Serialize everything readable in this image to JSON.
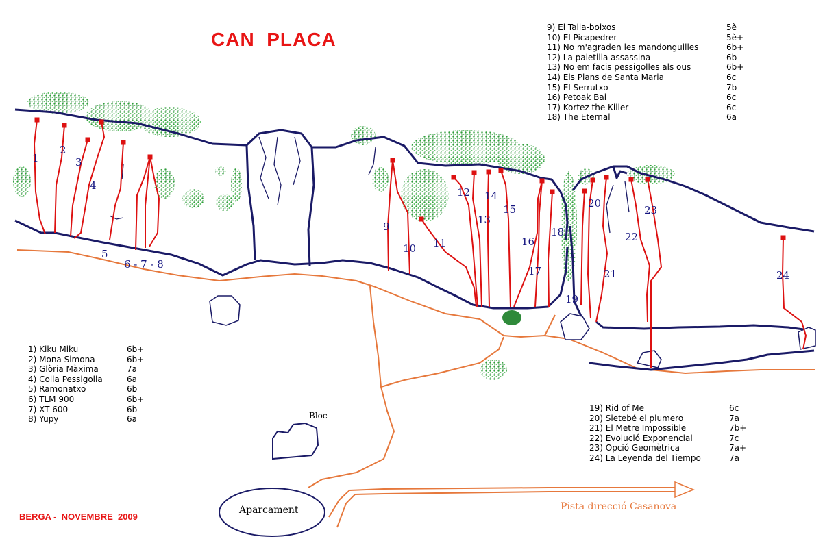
{
  "title": "CAN  PLACA",
  "footer": "BERGA -  NOVEMBRE  2009",
  "labels": {
    "bloc": "Bloc",
    "parking": "Aparcament",
    "track": "Pista direcció Casanova"
  },
  "route_numbers": [
    "1",
    "2",
    "3",
    "4",
    "5",
    "6 - 7 - 8",
    "9",
    "10",
    "11",
    "12",
    "13",
    "14",
    "15",
    "16",
    "17",
    "18",
    "19",
    "20",
    "21",
    "22",
    "23",
    "24"
  ],
  "legend_left": [
    {
      "name": "1) Kiku Miku",
      "grade": "6b+"
    },
    {
      "name": "2) Mona Simona",
      "grade": "6b+"
    },
    {
      "name": "3) Glòria Màxima",
      "grade": "7a"
    },
    {
      "name": "4) Colla Pessigolla",
      "grade": "6a"
    },
    {
      "name": "5) Ramonatxo",
      "grade": "6b"
    },
    {
      "name": "6) TLM  900",
      "grade": "6b+"
    },
    {
      "name": "7) XT  600",
      "grade": "6b"
    },
    {
      "name": "8) Yupy",
      "grade": "6a"
    }
  ],
  "legend_top": [
    {
      "name": "9) El Talla-boixos",
      "grade": "5è"
    },
    {
      "name": "10) El Picapedrer",
      "grade": "5è+"
    },
    {
      "name": "11) No m'agraden les mandonguilles",
      "grade": "6b+"
    },
    {
      "name": "12) La paletilla assassina",
      "grade": "6b"
    },
    {
      "name": "13) No em facis pessigolles als ous",
      "grade": "6b+"
    },
    {
      "name": "14) Els Plans de Santa Maria",
      "grade": "6c"
    },
    {
      "name": "15) El Serrutxo",
      "grade": "7b"
    },
    {
      "name": "16) Petoak  Bai",
      "grade": "6c"
    },
    {
      "name": "17) Kortez the Killer",
      "grade": "6c"
    },
    {
      "name": "18) The Eternal",
      "grade": "6a"
    }
  ],
  "legend_right": [
    {
      "name": "19) Rid of Me",
      "grade": "6c"
    },
    {
      "name": "20) Sietebé el plumero",
      "grade": "7a"
    },
    {
      "name": "21) El Metre Impossible",
      "grade": "7b+"
    },
    {
      "name": "22) Evolució Exponencial",
      "grade": "7c"
    },
    {
      "name": "23) Opció Geomètrica",
      "grade": "7a+"
    },
    {
      "name": "24) La Leyenda del Tiempo",
      "grade": "7a"
    }
  ],
  "colors": {
    "title": "#e81515",
    "route_line": "#dd1111",
    "cliff_outline": "#1a1a66",
    "path": "#e6783c",
    "vegetation": "#2f9e3a",
    "numbers": "#151580"
  }
}
